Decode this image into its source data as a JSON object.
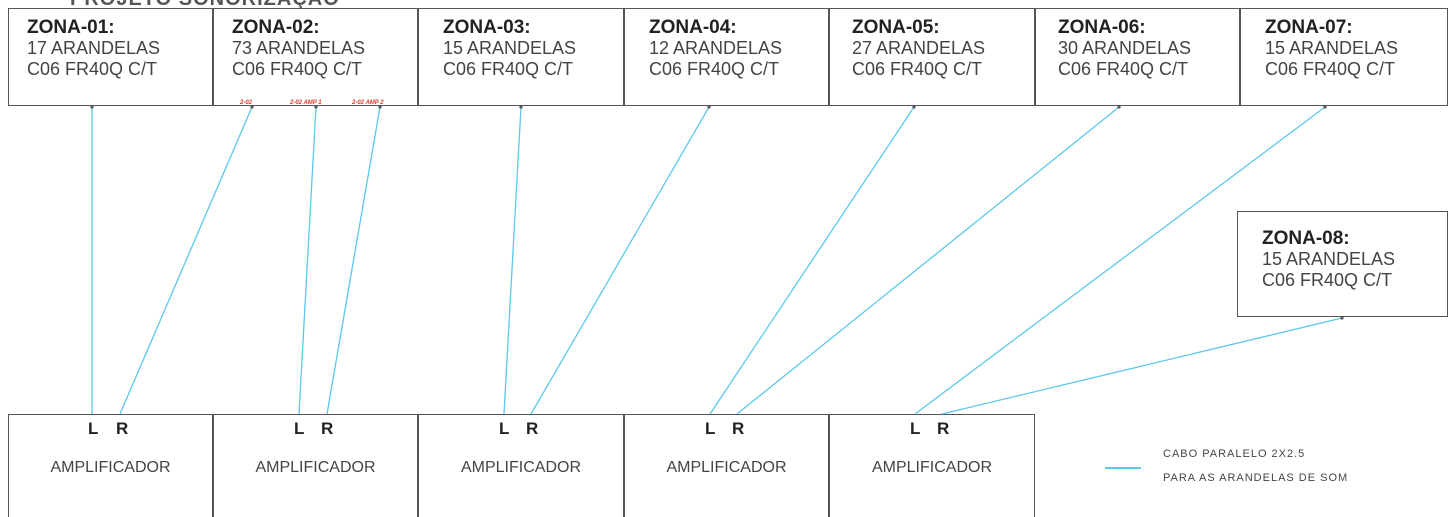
{
  "page_title": "PROJETO SONORIZAÇÃO",
  "zones": [
    {
      "name": "ZONA-01:",
      "line1": "17 ARANDELAS",
      "line2": "C06 FR40Q C/T"
    },
    {
      "name": "ZONA-02:",
      "line1": "73 ARANDELAS",
      "line2": "C06 FR40Q C/T"
    },
    {
      "name": "ZONA-03:",
      "line1": "15 ARANDELAS",
      "line2": "C06 FR40Q C/T"
    },
    {
      "name": "ZONA-04:",
      "line1": "12 ARANDELAS",
      "line2": "C06 FR40Q C/T"
    },
    {
      "name": "ZONA-05:",
      "line1": "27 ARANDELAS",
      "line2": "C06 FR40Q C/T"
    },
    {
      "name": "ZONA-06:",
      "line1": "30 ARANDELAS",
      "line2": "C06 FR40Q C/T"
    },
    {
      "name": "ZONA-07:",
      "line1": "15 ARANDELAS",
      "line2": "C06 FR40Q C/T"
    },
    {
      "name": "ZONA-08:",
      "line1": "15 ARANDELAS",
      "line2": "C06 FR40Q C/T"
    }
  ],
  "zone2_tags": [
    "2-02",
    "2-02 AMP 1",
    "2-02 AMP 2"
  ],
  "amplifiers": [
    {
      "label": "AMPLIFICADOR",
      "l": "L",
      "r": "R"
    },
    {
      "label": "AMPLIFICADOR",
      "l": "L",
      "r": "R"
    },
    {
      "label": "AMPLIFICADOR",
      "l": "L",
      "r": "R"
    },
    {
      "label": "AMPLIFICADOR",
      "l": "L",
      "r": "R"
    },
    {
      "label": "AMPLIFICADOR",
      "l": "L",
      "r": "R"
    }
  ],
  "legend": {
    "line1": "CABO PARALELO 2X2.5",
    "line2": "PARA AS ARANDELAS DE SOM",
    "color": "#5bc8ec"
  }
}
